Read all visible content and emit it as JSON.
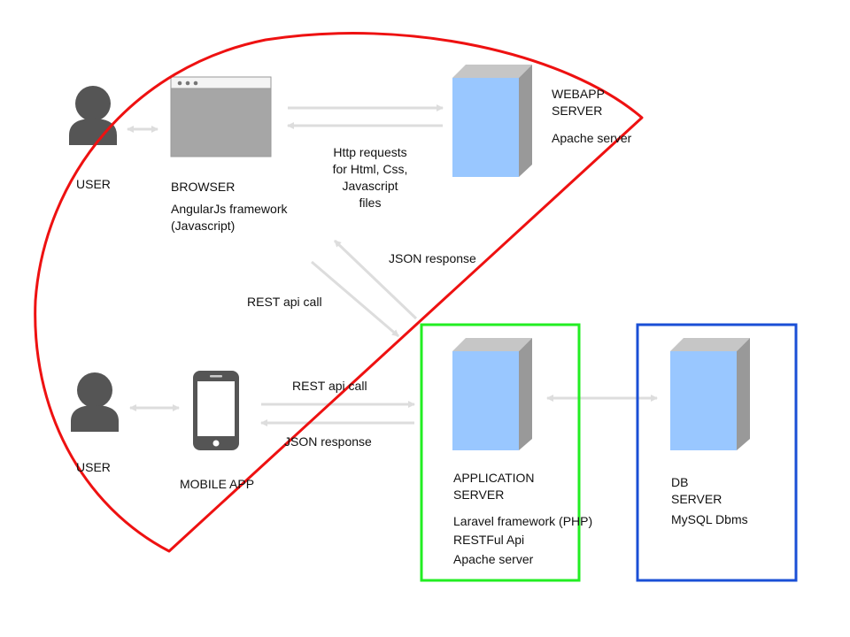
{
  "user_top": {
    "label": "USER",
    "icon": "user-icon"
  },
  "user_bottom": {
    "label": "USER",
    "icon": "user-icon"
  },
  "browser": {
    "icon": "browser-window-icon",
    "title": "BROWSER",
    "line1": "AngularJs framework",
    "line2": "(Javascript)"
  },
  "webapp_server": {
    "icon": "server-icon",
    "line1": "WEBAPP",
    "line2": "SERVER",
    "detail": "Apache server"
  },
  "http_requests": {
    "line1": "Http requests",
    "line2": "for Html, Css,",
    "line3": "Javascript",
    "line4": "files"
  },
  "json_response_top": "JSON response",
  "rest_call_top": "REST api call",
  "mobile_app": {
    "icon": "smartphone-icon",
    "label": "MOBILE APP"
  },
  "rest_call_bottom": "REST api call",
  "json_response_bottom": "JSON response",
  "application_server": {
    "icon": "server-icon",
    "line1": "APPLICATION",
    "line2": "SERVER",
    "detail1": "Laravel framework (PHP)",
    "detail2": "RESTFul Api",
    "detail3": "Apache server",
    "frame_color": "#22ee22"
  },
  "db_server": {
    "icon": "server-icon",
    "line1": "DB",
    "line2": "SERVER",
    "detail": "MySQL Dbms",
    "frame_color": "#1a4fd6"
  },
  "highlight_outline_color": "#ee1111",
  "server_front_color": "#99c7ff",
  "server_side_color": "#999999",
  "arrow_color": "#dddddd"
}
